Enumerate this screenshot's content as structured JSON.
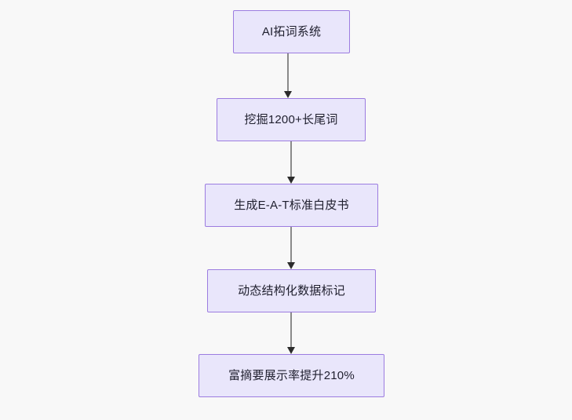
{
  "diagram": {
    "type": "flowchart",
    "direction": "top-to-bottom",
    "background_color": "#f8f8f8",
    "node_fill_color": "#e9e6fb",
    "node_border_color": "#9c7ce0",
    "node_text_color": "#1f1f2e",
    "edge_color": "#8a8a8a",
    "arrowhead_color": "#2b2b2b",
    "nodes": [
      {
        "id": "n1",
        "label": "AI拓词系统"
      },
      {
        "id": "n2",
        "label": "挖掘1200+长尾词"
      },
      {
        "id": "n3",
        "label": "生成E-A-T标准白皮书"
      },
      {
        "id": "n4",
        "label": "动态结构化数据标记"
      },
      {
        "id": "n5",
        "label": "富摘要展示率提升210%"
      }
    ],
    "edges": [
      {
        "from": "n1",
        "to": "n2",
        "label": ""
      },
      {
        "from": "n2",
        "to": "n3",
        "label": ""
      },
      {
        "from": "n3",
        "to": "n4",
        "label": ""
      },
      {
        "from": "n4",
        "to": "n5",
        "label": ""
      }
    ]
  }
}
